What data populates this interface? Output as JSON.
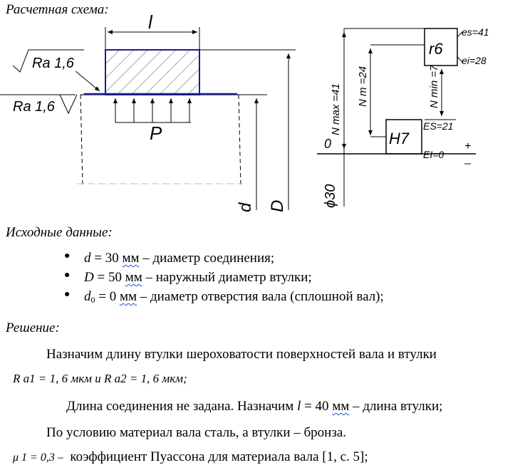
{
  "headings": {
    "scheme": "Расчетная схема:",
    "initial": "Исходные данные:",
    "solution": "Решение:"
  },
  "drawing": {
    "left": {
      "ra_top": "Ra 1,6",
      "ra_left": "Ra 1,6",
      "length": "l",
      "pressure": "P",
      "inner_d": "d",
      "outer_d": "D"
    },
    "right": {
      "shaft_field": "r6",
      "hole_field": "H7",
      "es": "es=41",
      "ei": "ei=28",
      "ES": "ES=21",
      "EI": "EI=0",
      "zero": "0",
      "plus": "+",
      "minus": "–",
      "nominal": "ϕ30",
      "n_max": "N max =41",
      "n_m": "N m =24",
      "n_min": "N min =7"
    }
  },
  "initial_data": [
    {
      "var": "d",
      "eq": " = 30 ",
      "unit": "мм",
      "text": " – диаметр соединения;"
    },
    {
      "var": "D",
      "eq": " = 50 ",
      "unit": "мм",
      "text": " – наружный диаметр втулки;"
    },
    {
      "var": "d",
      "sub": "0",
      "eq": " = 0 ",
      "unit": "мм",
      "text": " – диаметр отверстия вала (сплошной вал);"
    }
  ],
  "solution": {
    "p1": "Назначим длину втулки шероховатости поверхностей вала и втулки",
    "p1b": "R a1 = 1, 6 мкм и R a2 = 1, 6 мкм;",
    "p2a": "Длина соединения не задана. Назначим ",
    "p2var": "l",
    "p2eq": " = 40 ",
    "p2unit": "мм",
    "p2b": " – длина втулки;",
    "p3": "По условию материал вала сталь, а втулки – бронза.",
    "p4a": "μ 1 = 0,3 –",
    "p4b": "коэффициент Пуассона для материала вала [1, с. 5];"
  }
}
